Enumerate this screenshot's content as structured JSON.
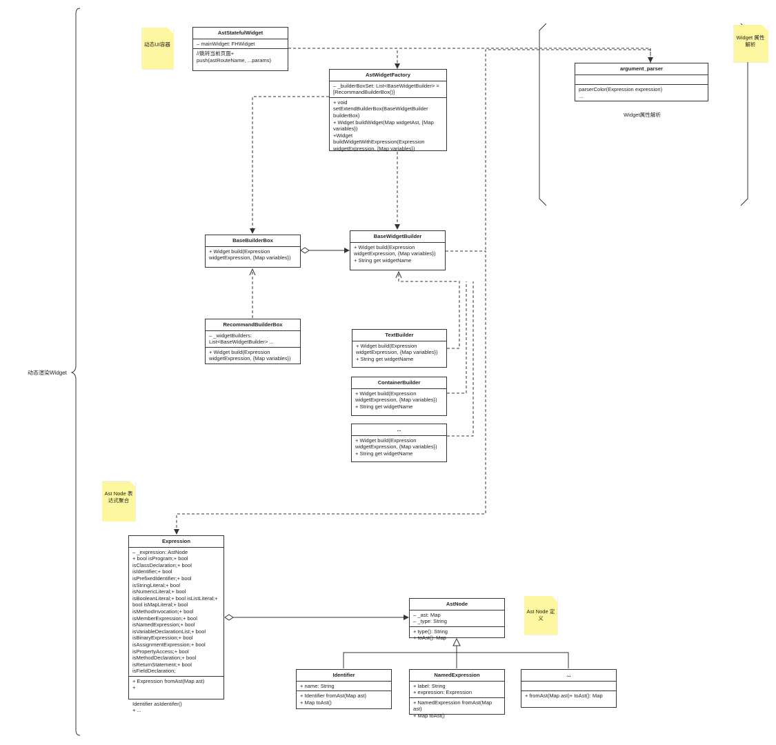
{
  "labels": {
    "left_brace": "动态渲染Widget",
    "widget_parse_caption": "Widget属性解析"
  },
  "notes": {
    "dynamic_ui_container": "动态UI容器",
    "widget_attributes": "Widget 属性解析",
    "ast_node_expression_aggregation": "Ast Node 表达式聚合",
    "ast_node_definition": "Ast Node 定义"
  },
  "classes": {
    "ast_stateful_widget": {
      "name": "AstStatefulWidget",
      "sections": [
        [
          "– mainWidget: FHWidget"
        ],
        [
          "//跳转当前页面+ push(astRouteName, ...params)"
        ]
      ]
    },
    "ast_widget_factory": {
      "name": "AstWidgetFactory",
      "sections": [
        [
          "– _builderBoxSet: List<BaseWidgetBuilder> = [RecommandBuilderBox()]"
        ],
        [
          "+ void setExtendBuilderBox(BaseWidgetBuilder builderBox)",
          "+ Widget buildWidget(Map widgetAst, {Map variables})",
          "+Widget buildWidgetWithExpression(Expression widgetExpression, {Map variables})"
        ]
      ]
    },
    "argument_parser": {
      "name": "argument_parser",
      "sections": [
        [
          ""
        ],
        [
          "parserColor(Expression expression)",
          "..."
        ]
      ]
    },
    "base_builder_box": {
      "name": "BaseBuilderBox",
      "sections": [
        [
          "+ Widget build(Expression widgetExpression, {Map variables})"
        ]
      ]
    },
    "base_widget_builder": {
      "name": "BaseWidgetBuilder",
      "sections": [
        [
          "+ Widget build(Expression widgetExpression, {Map variables})",
          "+ String get widgetName"
        ]
      ]
    },
    "recommand_builder_box": {
      "name": "RecommandBuilderBox",
      "sections": [
        [
          "– _widgetBuilders: List<BaseWidgetBuilder> ..."
        ],
        [
          "+ Widget build(Expression widgetExpression, {Map variables})"
        ]
      ]
    },
    "text_builder": {
      "name": "TextBuilder",
      "sections": [
        [
          "+ Widget build(Expression widgetExpression, {Map variables})",
          "+ String get widgetName"
        ]
      ]
    },
    "container_builder": {
      "name": "ContainerBuilder",
      "sections": [
        [
          "+ Widget build(Expression widgetExpression, {Map variables})",
          "+ String get widgetName"
        ]
      ]
    },
    "other_builder": {
      "name": "...",
      "sections": [
        [
          "+ Widget build(Expression widgetExpression, {Map variables})",
          "+ String get widgetName"
        ]
      ]
    },
    "expression": {
      "name": "Expression",
      "sections": [
        [
          "– _expression: AstNode",
          "+ bool isProgram;+ bool isClassDeclaration;+ bool isIdentifier;+ bool isPrefixedIdentifier;+ bool isStringLiteral;+ bool isNumericLiteral;+ bool isBooleanLiteral;+ bool isListLiteral;+ bool isMapLiteral;+ bool isMethodInvocation;+ bool isMemberExpression;+ bool isNamedExpression;+ bool isVariableDeclarationList;+ bool isBinaryExpression;+ bool isAssignmentExpression;+ bool isPropertyAccess;+ bool isMethodDeclaration;+ bool isReturnStatement;+ bool isFieldDeclaration;"
        ],
        [
          "+ Expression fromAst(Map ast)",
          "+"
        ]
      ]
    },
    "ast_node": {
      "name": "AstNode",
      "sections": [
        [
          "– _ast: Map",
          "– _type: String"
        ],
        [
          "+ type(): String",
          "+ toAst(): Map"
        ]
      ]
    },
    "identifier": {
      "name": "Identifier",
      "sections": [
        [
          "+ name: String"
        ],
        [
          "+ Identifier fromAst(Map ast)",
          "+ Map toAst()"
        ]
      ]
    },
    "named_expression": {
      "name": "NamedExpression",
      "sections": [
        [
          "+ label: String",
          "+ expression: Expression"
        ],
        [
          "+ NamedExpression fromAst(Map ast)",
          "+ Map toAst()"
        ]
      ]
    },
    "other_node": {
      "name": "...",
      "sections": [
        [
          ""
        ],
        [
          "+ fromAst(Map ast)+ toAst(): Map"
        ]
      ]
    }
  },
  "expression_overflow": [
    "Identifier asIdentifer()",
    "+ ..."
  ],
  "colors": {
    "note_bg": "#fdf7a1",
    "line": "#333333",
    "background": "#ffffff"
  }
}
